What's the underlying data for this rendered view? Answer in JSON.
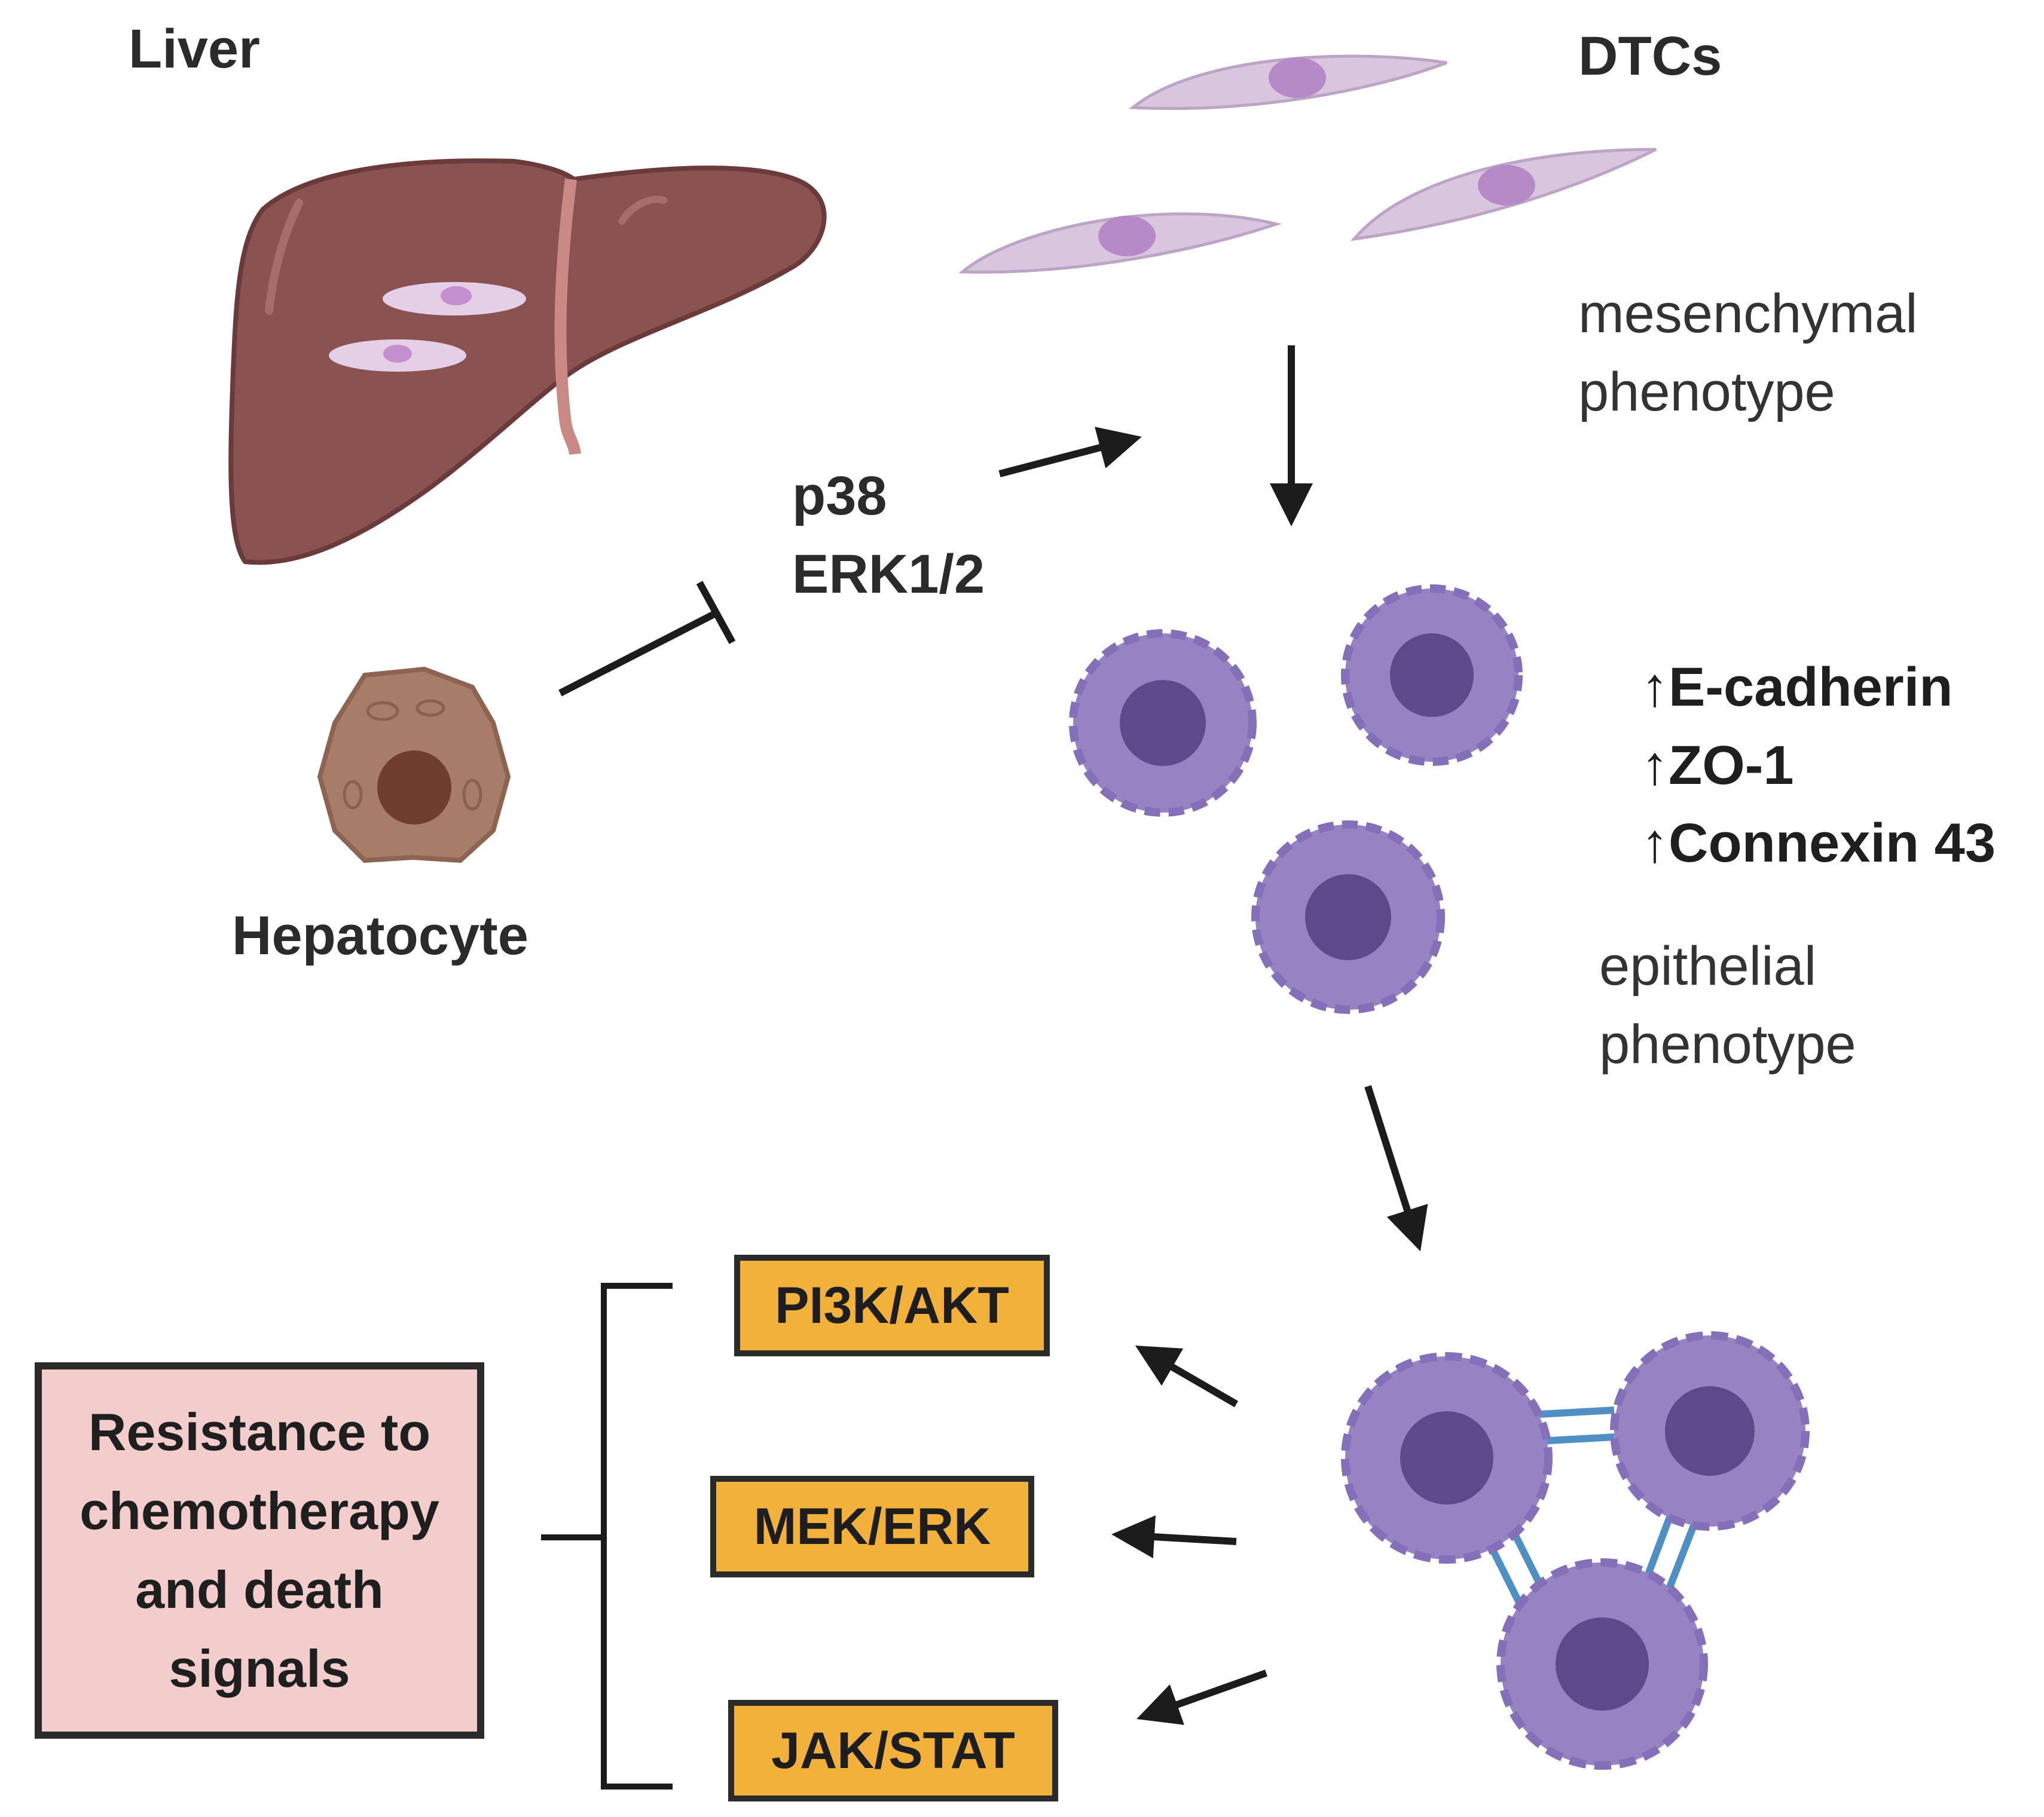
{
  "labels": {
    "liver": "Liver",
    "dtcs": "DTCs",
    "hepatocyte": "Hepatocyte",
    "mesenchymal_line1": "mesenchymal",
    "mesenchymal_line2": "phenotype",
    "epithelial_line1": "epithelial",
    "epithelial_line2": "phenotype",
    "kinase_1": "p38",
    "kinase_2": "ERK1/2"
  },
  "markers": [
    {
      "arrow": "↑",
      "name": "E-cadherin"
    },
    {
      "arrow": "↑",
      "name": "ZO-1"
    },
    {
      "arrow": "↑",
      "name": "Connexin 43"
    }
  ],
  "pathways": [
    "PI3K/AKT",
    "MEK/ERK",
    "JAK/STAT"
  ],
  "outcome": {
    "line1": "Resistance to",
    "line2": "chemotherapy",
    "line3": "and death",
    "line4": "signals"
  },
  "colors": {
    "liver": "#8a5251",
    "mesenchymal_cell": "#d9c6de",
    "epithelial_cell": "#9683c4",
    "hepatocyte": "#a77d6a",
    "pathway_box": "#f2b13b",
    "outcome_box": "#f3cccc"
  }
}
